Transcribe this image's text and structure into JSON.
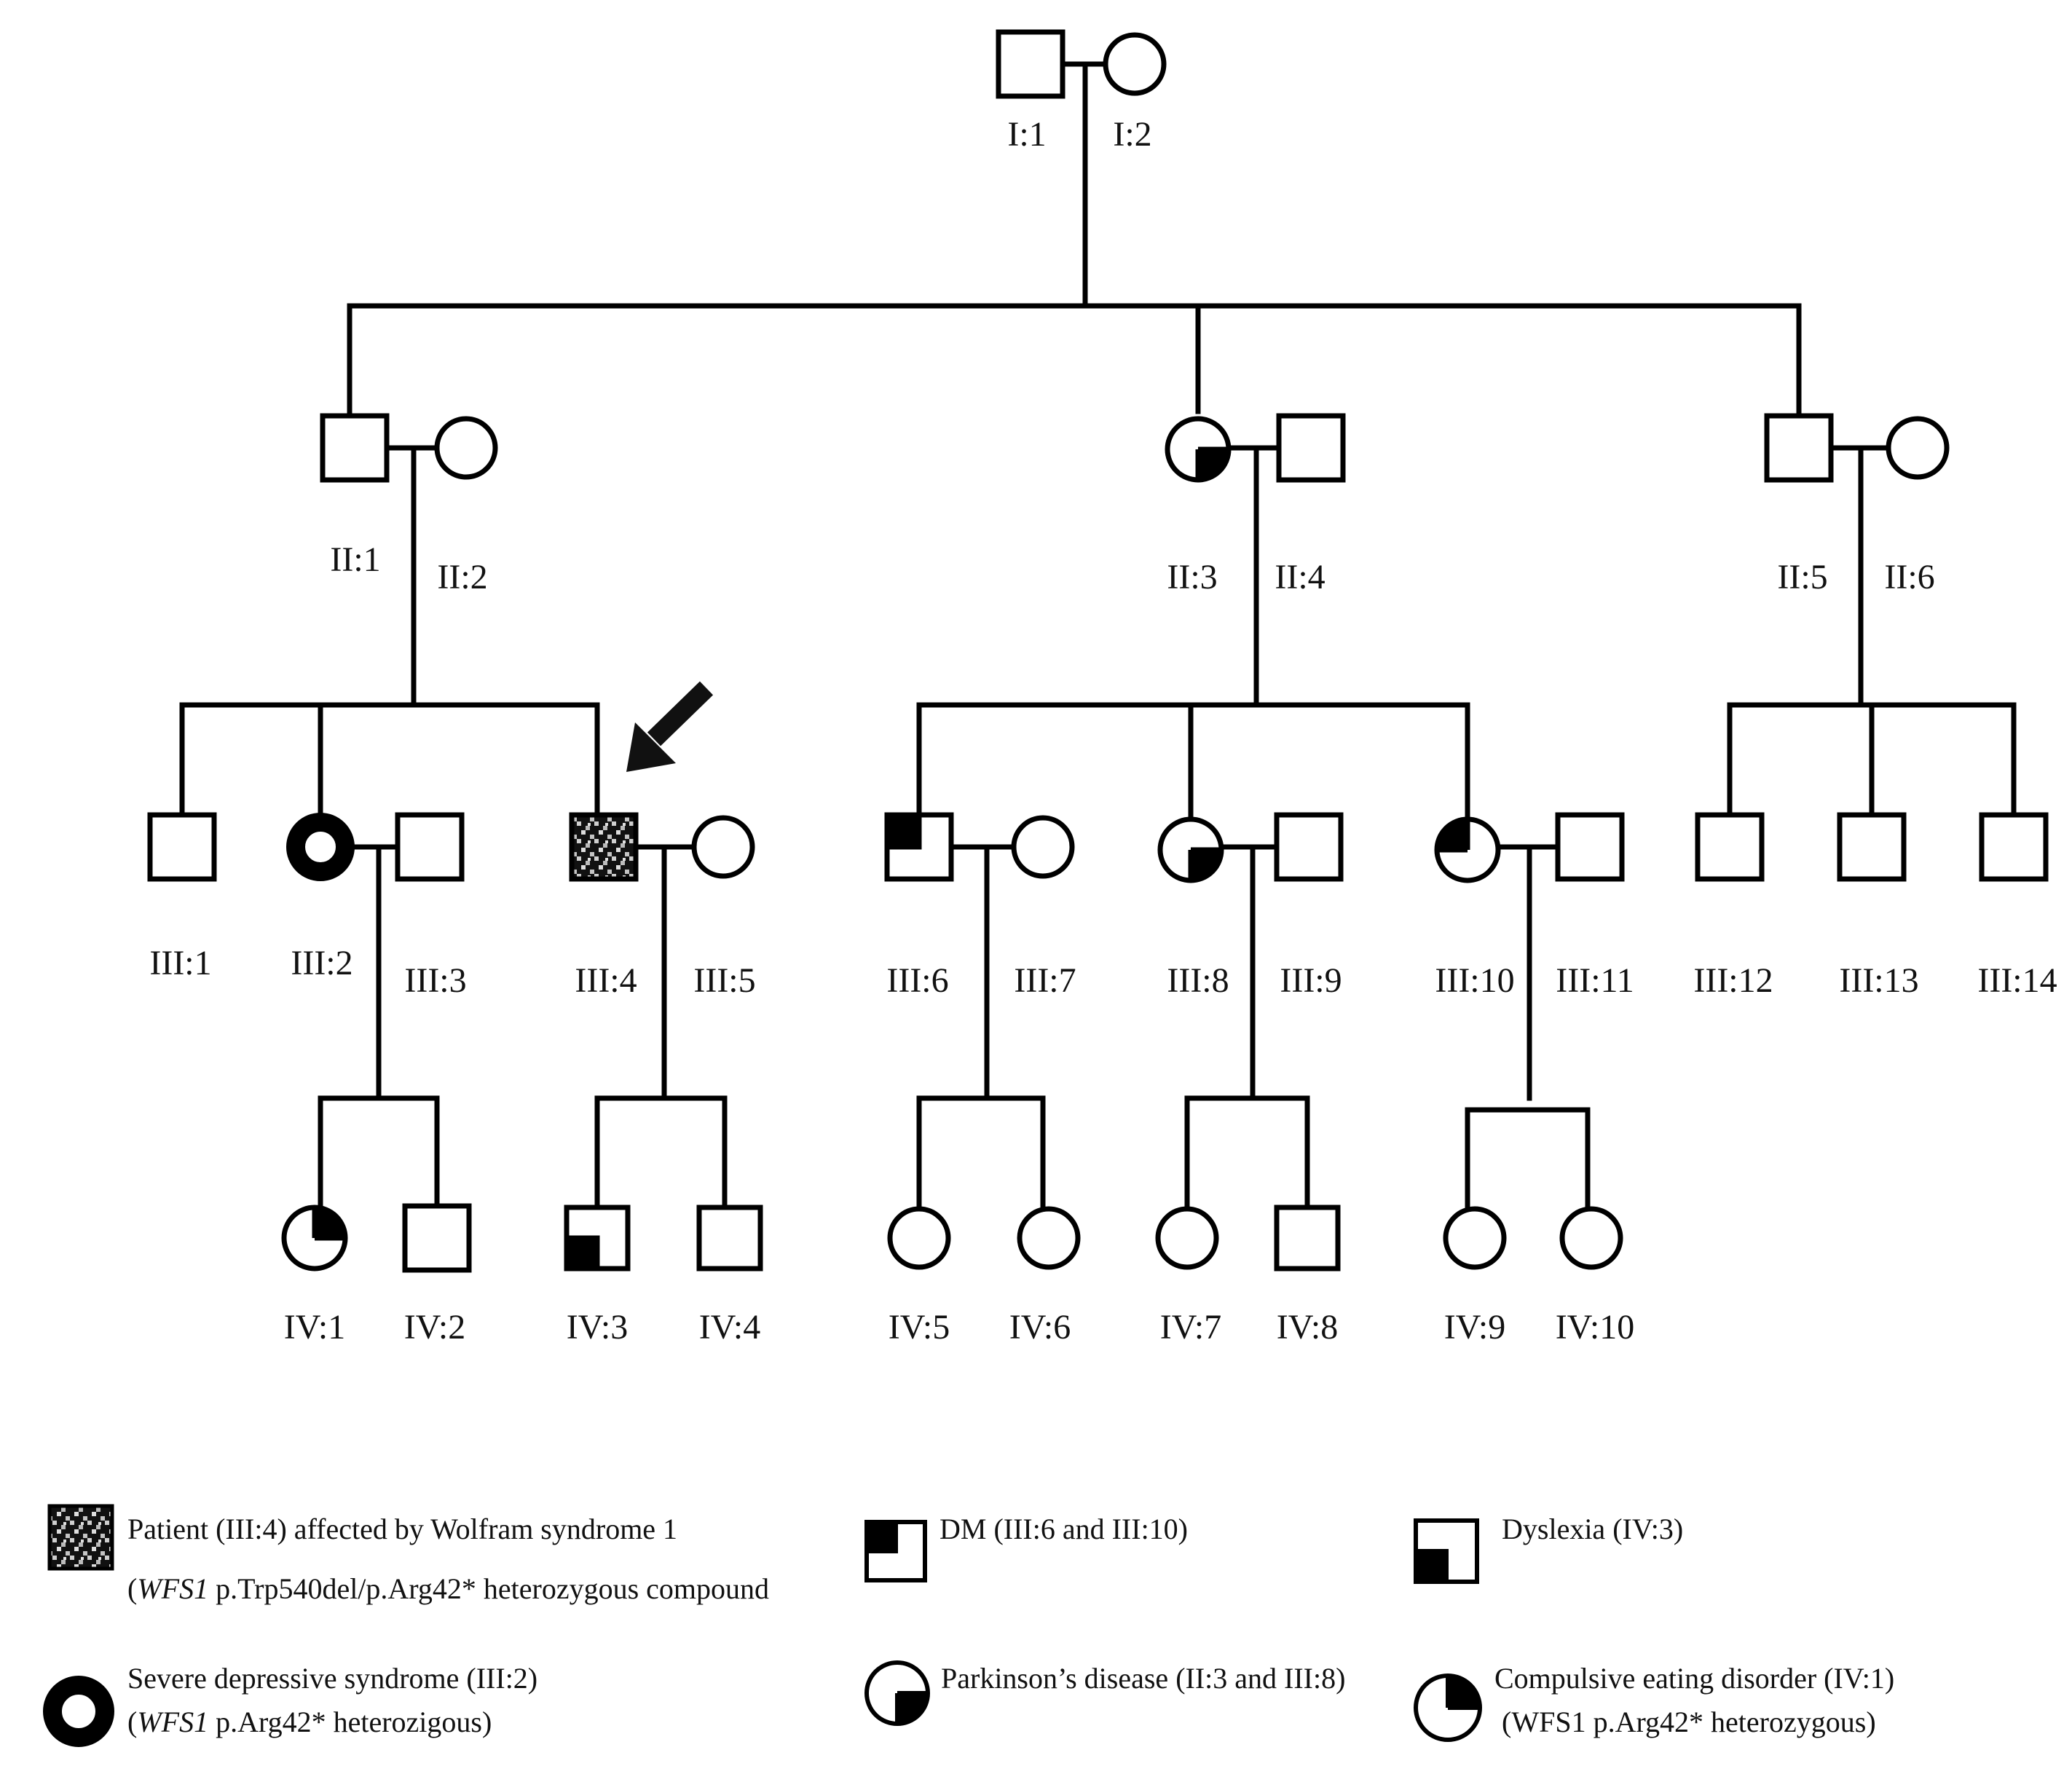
{
  "legend": {
    "patient_line1": "Patient (III:4) affected by Wolfram syndrome 1",
    "patient_line2_gene": "WFS1",
    "patient_line2_rest": " p.Trp540del/p.Arg42* heterozygous compound",
    "dm": "DM (III:6 and III:10)",
    "dyslexia": "Dyslexia (IV:3)",
    "depressive_line1": "Severe depressive syndrome (III:2)",
    "depressive_line2_gene": "WFS1",
    "depressive_line2_rest": " p.Arg42* heterozigous)",
    "parkinson": "Parkinson’s disease (II:3 and III:8)",
    "eating_line1": "Compulsive eating disorder (IV:1)",
    "eating_line2": "(WFS1  p.Arg42* heterozygous)"
  },
  "individuals": [
    {
      "id": "I:1",
      "sex": "male",
      "phenotype": "unaffected"
    },
    {
      "id": "I:2",
      "sex": "female",
      "phenotype": "unaffected"
    },
    {
      "id": "II:1",
      "sex": "male",
      "phenotype": "unaffected"
    },
    {
      "id": "II:2",
      "sex": "female",
      "phenotype": "unaffected"
    },
    {
      "id": "II:3",
      "sex": "female",
      "phenotype": "parkinson"
    },
    {
      "id": "II:4",
      "sex": "male",
      "phenotype": "unaffected"
    },
    {
      "id": "II:5",
      "sex": "male",
      "phenotype": "unaffected"
    },
    {
      "id": "II:6",
      "sex": "female",
      "phenotype": "unaffected"
    },
    {
      "id": "III:1",
      "sex": "male",
      "phenotype": "unaffected"
    },
    {
      "id": "III:2",
      "sex": "female",
      "phenotype": "depressive"
    },
    {
      "id": "III:3",
      "sex": "male",
      "phenotype": "unaffected"
    },
    {
      "id": "III:4",
      "sex": "male",
      "phenotype": "patient",
      "proband": true
    },
    {
      "id": "III:5",
      "sex": "female",
      "phenotype": "unaffected"
    },
    {
      "id": "III:6",
      "sex": "male",
      "phenotype": "dm"
    },
    {
      "id": "III:7",
      "sex": "female",
      "phenotype": "unaffected"
    },
    {
      "id": "III:8",
      "sex": "female",
      "phenotype": "parkinson"
    },
    {
      "id": "III:9",
      "sex": "male",
      "phenotype": "unaffected"
    },
    {
      "id": "III:10",
      "sex": "female",
      "phenotype": "dm"
    },
    {
      "id": "III:11",
      "sex": "male",
      "phenotype": "unaffected"
    },
    {
      "id": "III:12",
      "sex": "male",
      "phenotype": "unaffected"
    },
    {
      "id": "III:13",
      "sex": "male",
      "phenotype": "unaffected"
    },
    {
      "id": "III:14",
      "sex": "male",
      "phenotype": "unaffected"
    },
    {
      "id": "IV:1",
      "sex": "female",
      "phenotype": "eating"
    },
    {
      "id": "IV:2",
      "sex": "male",
      "phenotype": "unaffected"
    },
    {
      "id": "IV:3",
      "sex": "male",
      "phenotype": "dyslexia"
    },
    {
      "id": "IV:4",
      "sex": "male",
      "phenotype": "unaffected"
    },
    {
      "id": "IV:5",
      "sex": "female",
      "phenotype": "unaffected"
    },
    {
      "id": "IV:6",
      "sex": "female",
      "phenotype": "unaffected"
    },
    {
      "id": "IV:7",
      "sex": "female",
      "phenotype": "unaffected"
    },
    {
      "id": "IV:8",
      "sex": "male",
      "phenotype": "unaffected"
    },
    {
      "id": "IV:9",
      "sex": "female",
      "phenotype": "unaffected"
    },
    {
      "id": "IV:10",
      "sex": "female",
      "phenotype": "unaffected"
    }
  ],
  "relationships": {
    "couples": [
      [
        "I:1",
        "I:2"
      ],
      [
        "II:1",
        "II:2"
      ],
      [
        "II:3",
        "II:4"
      ],
      [
        "II:5",
        "II:6"
      ],
      [
        "III:2",
        "III:3"
      ],
      [
        "III:4",
        "III:5"
      ],
      [
        "III:6",
        "III:7"
      ],
      [
        "III:8",
        "III:9"
      ],
      [
        "III:10",
        "III:11"
      ]
    ],
    "children": {
      "I:1+I:2": [
        "II:1",
        "II:3",
        "II:5"
      ],
      "II:1+II:2": [
        "III:1",
        "III:2",
        "III:4"
      ],
      "II:3+II:4": [
        "III:6",
        "III:8",
        "III:10"
      ],
      "II:5+II:6": [
        "III:12",
        "III:13",
        "III:14"
      ],
      "III:2+III:3": [
        "IV:1",
        "IV:2"
      ],
      "III:4+III:5": [
        "IV:3",
        "IV:4"
      ],
      "III:6+III:7": [
        "IV:5",
        "IV:6"
      ],
      "III:8+III:9": [
        "IV:7",
        "IV:8"
      ],
      "III:10+III:11": [
        "IV:9",
        "IV:10"
      ]
    }
  },
  "colors": {
    "ink": "#000000",
    "background": "#ffffff"
  }
}
